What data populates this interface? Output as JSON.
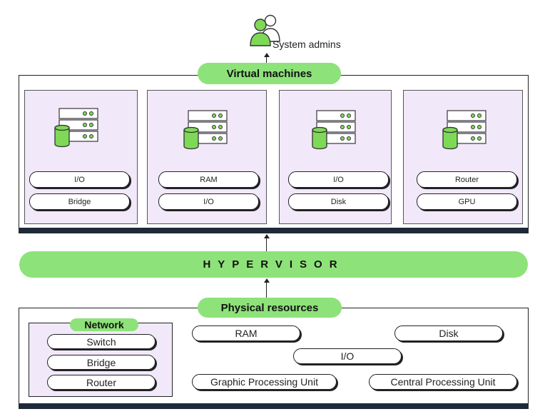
{
  "admins": {
    "label": "System admins",
    "icon": "users-icon"
  },
  "virtual_machines": {
    "title": "Virtual machines",
    "vms": [
      {
        "icon": "server-database-icon",
        "components": [
          "I/O",
          "Bridge"
        ]
      },
      {
        "icon": "server-database-icon",
        "components": [
          "RAM",
          "I/O"
        ]
      },
      {
        "icon": "server-database-icon",
        "components": [
          "I/O",
          "Disk"
        ]
      },
      {
        "icon": "server-database-icon",
        "components": [
          "Router",
          "GPU"
        ]
      }
    ]
  },
  "hypervisor": {
    "label": "HYPERVISOR"
  },
  "physical_resources": {
    "title": "Physical resources",
    "network": {
      "title": "Network",
      "items": [
        "Switch",
        "Bridge",
        "Router"
      ]
    },
    "items": [
      "RAM",
      "Disk",
      "I/O",
      "Graphic Processing Unit",
      "Central Processing Unit"
    ]
  },
  "colors": {
    "accent_green": "#8ee27a",
    "card_lavender": "#f1e8fa",
    "icon_green": "#7ed957",
    "dark": "#1f2937"
  }
}
